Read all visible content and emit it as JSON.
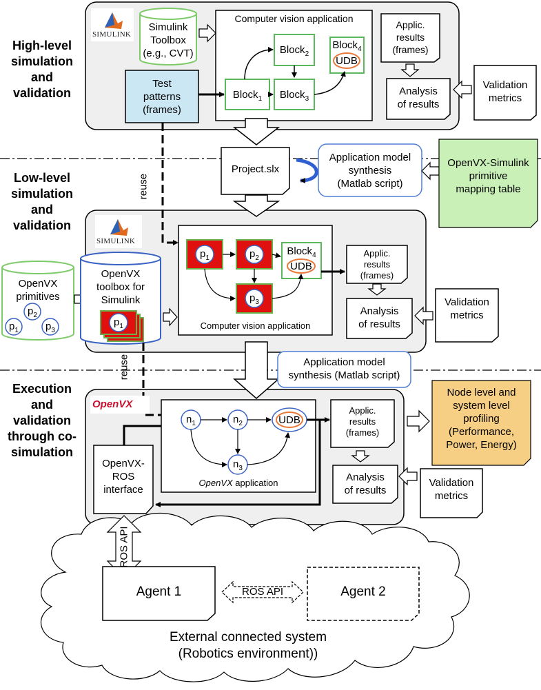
{
  "stages": {
    "high": [
      "High-level",
      "simulation",
      "and",
      "validation"
    ],
    "low": [
      "Low-level",
      "simulation",
      "and",
      "validation"
    ],
    "exec": [
      "Execution",
      "and",
      "validation",
      "through co-",
      "simulation"
    ]
  },
  "logos": {
    "simulink": "SIMULINK",
    "openvx": "OpenVX"
  },
  "high": {
    "toolbox": [
      "Simulink",
      "Toolbox",
      "(e.g., CVT)"
    ],
    "test_patterns": [
      "Test",
      "patterns",
      "(frames)"
    ],
    "cv_app_title": "Computer vision application",
    "block1": "Block",
    "block2": "Block",
    "block3": "Block",
    "block4": "Block",
    "sub1": "1",
    "sub2": "2",
    "sub3": "3",
    "sub4": "4",
    "udb": "UDB",
    "results": [
      "Applic.",
      "results",
      "(frames)"
    ],
    "analysis": [
      "Analysis",
      "of results"
    ],
    "metrics": [
      "Validation",
      "metrics"
    ]
  },
  "mid": {
    "project": "Project.slx",
    "synthesis": [
      "Application model",
      "synthesis",
      "(Matlab script)"
    ],
    "mapping": [
      "OpenVX-Simulink",
      "primitive",
      "mapping table"
    ],
    "reuse": "reuse"
  },
  "low": {
    "primitives": [
      "OpenVX",
      "primitives"
    ],
    "p_label": "p",
    "sub1": "1",
    "sub2": "2",
    "sub3": "3",
    "sub4": "4",
    "toolbox": [
      "OpenVX",
      "toolbox for",
      "Simulink"
    ],
    "block4": "Block",
    "udb": "UDB",
    "cv_app_caption": "Computer vision application",
    "results": [
      "Applic.",
      "results",
      "(frames)"
    ],
    "analysis": [
      "Analysis",
      "of results"
    ],
    "metrics": [
      "Validation",
      "metrics"
    ]
  },
  "synth2": [
    "Application model",
    "synthesis (Matlab script)"
  ],
  "reuse2": "reuse",
  "exec": {
    "n_label": "n",
    "sub1": "1",
    "sub2": "2",
    "sub3": "3",
    "udb": "UDB",
    "app_caption_italic": "OpenVX",
    "app_caption_rest": " application",
    "ros_interface": [
      "OpenVX-",
      "ROS",
      "interface"
    ],
    "results": [
      "Applic.",
      "results",
      "(frames)"
    ],
    "analysis": [
      "Analysis",
      "of results"
    ],
    "metrics": [
      "Validation",
      "metrics"
    ],
    "profiling": [
      "Node level and",
      "system level",
      "profiling",
      "(Performance,",
      "Power, Energy)"
    ]
  },
  "bottom": {
    "ros_api_vertical": "ROS API",
    "ros_api": "ROS API",
    "agent1": "Agent 1",
    "agent2": "Agent 2",
    "external": [
      "External connected system",
      "(Robotics environment))"
    ]
  },
  "colors": {
    "panel_fill": "#efefef",
    "toolbox_green": "#7ecb6a",
    "block_green": "#5cb85c",
    "udb_orange": "#e8793a",
    "test_patterns_fill": "#cbe7f4",
    "synthesis_border": "#4f7fd6",
    "mapping_fill": "#c9f0b6",
    "profiling_fill": "#f6cf84",
    "red_block": "#e0100f",
    "node_blue": "#3b63c4"
  }
}
